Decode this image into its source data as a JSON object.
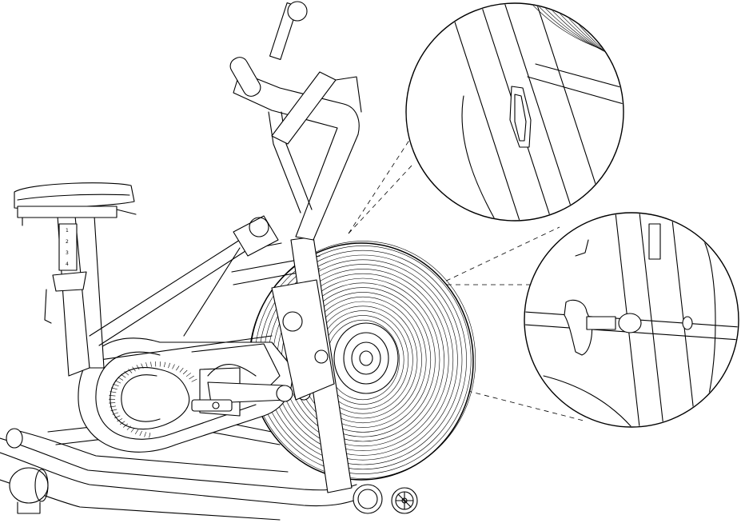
{
  "seat_post": {
    "height_marks": [
      "1",
      "2",
      "3",
      "4"
    ]
  }
}
